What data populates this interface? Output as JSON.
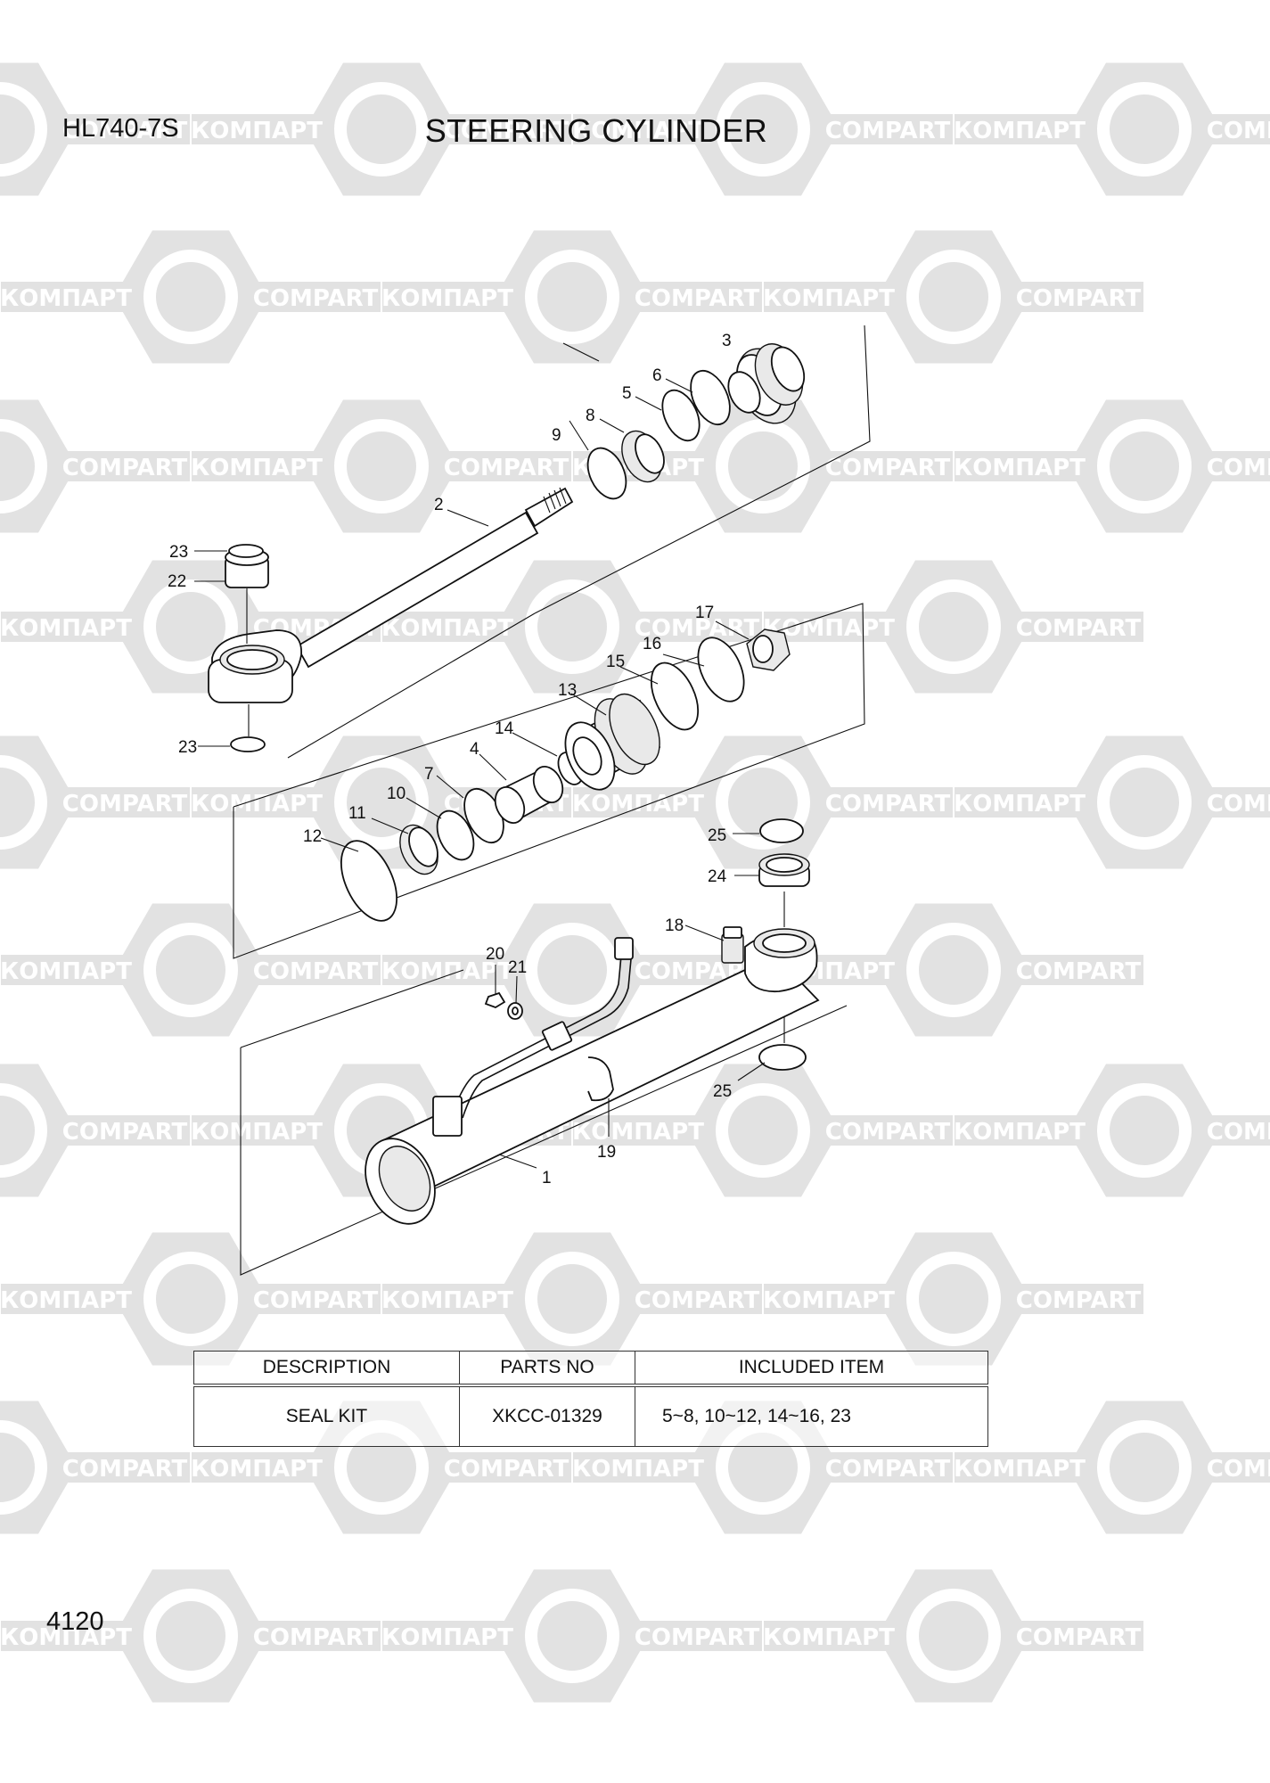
{
  "header": {
    "model": "HL740-7S",
    "title": "STEERING CYLINDER"
  },
  "page_number": "4120",
  "watermark": {
    "text_ru": "КОМПАРТ",
    "text_en": "COMPART",
    "color": "#e2e2e2"
  },
  "callouts": [
    "1",
    "2",
    "3",
    "4",
    "5",
    "6",
    "7",
    "8",
    "9",
    "10",
    "11",
    "12",
    "13",
    "14",
    "15",
    "16",
    "17",
    "18",
    "19",
    "20",
    "21",
    "22",
    "23",
    "23",
    "24",
    "25",
    "25"
  ],
  "parts_table": {
    "headers": [
      "DESCRIPTION",
      "PARTS NO",
      "INCLUDED ITEM"
    ],
    "rows": [
      {
        "description": "SEAL KIT",
        "parts_no": "XKCC-01329",
        "included": "5~8, 10~12, 14~16, 23"
      }
    ]
  }
}
